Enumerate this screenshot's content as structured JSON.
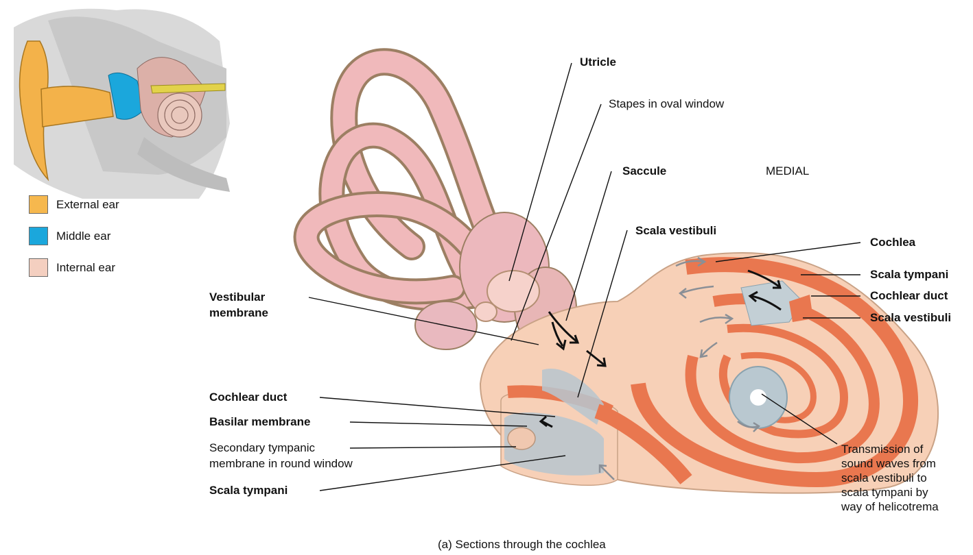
{
  "legend": [
    {
      "label": "External ear",
      "color": "#f6b84e"
    },
    {
      "label": "Middle ear",
      "color": "#1ba7dc"
    },
    {
      "label": "Internal ear",
      "color": "#f4cfc0"
    }
  ],
  "labels": {
    "utricle": "Utricle",
    "stapes": "Stapes in oval window",
    "saccule": "Saccule",
    "medial": "MEDIAL",
    "scala_vestibuli_top": "Scala vestibuli",
    "cochlea": "Cochlea",
    "scala_tympani_right": "Scala tympani",
    "cochlear_duct_right": "Cochlear duct",
    "scala_vestibuli_right": "Scala vestibuli",
    "vestibular_membrane_1": "Vestibular",
    "vestibular_membrane_2": "membrane",
    "cochlear_duct_left": "Cochlear duct",
    "basilar_membrane": "Basilar membrane",
    "secondary_1": "Secondary tympanic",
    "secondary_2": "membrane in round window",
    "scala_tympani_left": "Scala tympani",
    "transmission_1": "Transmission of",
    "transmission_2": "sound waves from",
    "transmission_3": "scala vestibuli to",
    "transmission_4": "scala tympani by",
    "transmission_5": "way of helicotrema"
  },
  "caption": "(a) Sections through the cochlea"
}
